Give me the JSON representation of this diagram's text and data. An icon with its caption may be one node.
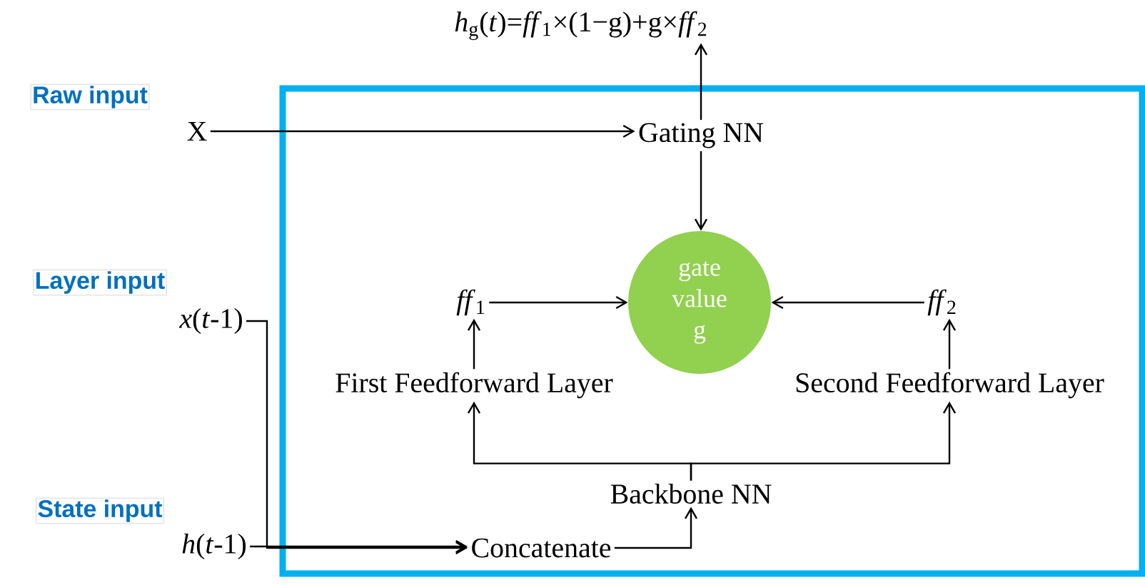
{
  "diagram": {
    "nodes": [
      {
        "text": [],
        "shape": "box"
      },
      {
        "text": [
          "*h*$_{g}$(*t*)=*ff*$_{1}$×(1−g)+g×*ff*$_{2}$"
        ]
      },
      {
        "text": [
          "X"
        ]
      },
      {
        "text": [
          "Gating NN"
        ],
        "in": 0
      },
      {
        "text": [
          "gate value g"
        ],
        "in": 0
      },
      {
        "text": [
          "*ff*$_{1}$"
        ],
        "in": 0
      },
      {
        "text": [
          "*ff*$_{2}$"
        ],
        "in": 0
      },
      {
        "text": [
          "First Feedforward Layer"
        ],
        "in": 0
      },
      {
        "text": [
          "Second Feedforward Layer"
        ],
        "in": 0
      },
      {
        "text": [
          "Backbone NN"
        ],
        "in": 0
      },
      {
        "text": [
          "Concatenate"
        ],
        "in": 0
      },
      {
        "text": [
          "*x*(*t*-1)"
        ]
      },
      {
        "text": [
          "*h*(*t*-1)"
        ]
      }
    ],
    "edges": [
      {
        "from": 2,
        "to": 3,
        "arrow": "to"
      },
      {
        "from": 3,
        "to": 1,
        "arrow": "to"
      },
      {
        "from": 3,
        "to": 4,
        "arrow": "to"
      },
      {
        "from": 5,
        "to": 4,
        "arrow": "to"
      },
      {
        "from": 6,
        "to": 4,
        "arrow": "to"
      },
      {
        "from": 7,
        "to": 5,
        "arrow": "to"
      },
      {
        "from": 8,
        "to": 6,
        "arrow": "to"
      },
      {
        "from": 9,
        "to": 7,
        "arrow": "to"
      },
      {
        "from": 9,
        "to": 8,
        "arrow": "to"
      },
      {
        "from": 10,
        "to": 9,
        "arrow": "to"
      },
      {
        "from": 11,
        "to": 10,
        "arrow": "to"
      },
      {
        "from": 12,
        "to": 10,
        "arrow": "to"
      }
    ],
    "labels": [
      "Raw input",
      "Layer input",
      "State input"
    ]
  }
}
